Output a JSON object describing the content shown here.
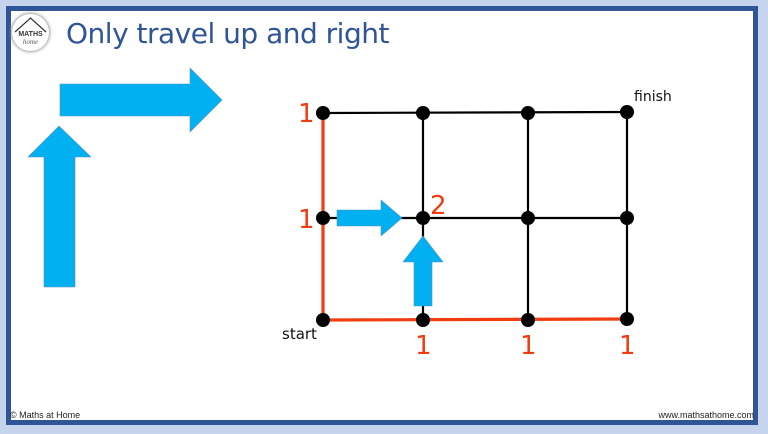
{
  "header": {
    "logo_text_top": "MATHS",
    "logo_text_bottom": "home",
    "title": "Only travel up and right"
  },
  "footer": {
    "copyright": "© Maths at Home",
    "website": "www.mathsathome.com"
  },
  "diagram": {
    "start_label": "start",
    "finish_label": "finish",
    "node_counts": {
      "top_left": "1",
      "middle_left": "1",
      "middle_second": "2",
      "bottom_second": "1",
      "bottom_third": "1",
      "bottom_fourth": "1"
    },
    "colors": {
      "path_red": "#f03c0f",
      "arrow_blue": "#00b0f0",
      "grid_black": "#000000",
      "title_blue": "#2f5597"
    },
    "grid": {
      "columns_x": [
        323,
        423,
        528,
        627
      ],
      "rows_y": [
        113,
        218,
        320
      ]
    }
  }
}
